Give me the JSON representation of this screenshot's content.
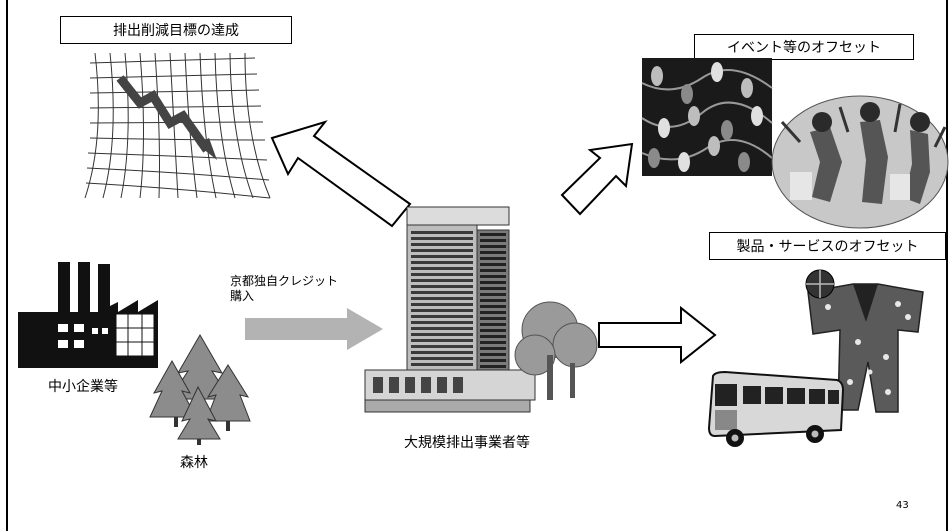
{
  "labels": {
    "emission_target": "排出削減目標の達成",
    "event_offset": "イベント等のオフセット",
    "product_offset": "製品・サービスのオフセット",
    "sme": "中小企業等",
    "forest": "森林",
    "credit_line1": "京都独自クレジット",
    "credit_line2": "購入",
    "large_business": "大規模排出事業者等"
  },
  "page_number": "43",
  "colors": {
    "gray_arrow": "#b3b3b3",
    "dark": "#1a1a1a",
    "mid": "#6e6e6e",
    "light": "#d9d9d9"
  }
}
